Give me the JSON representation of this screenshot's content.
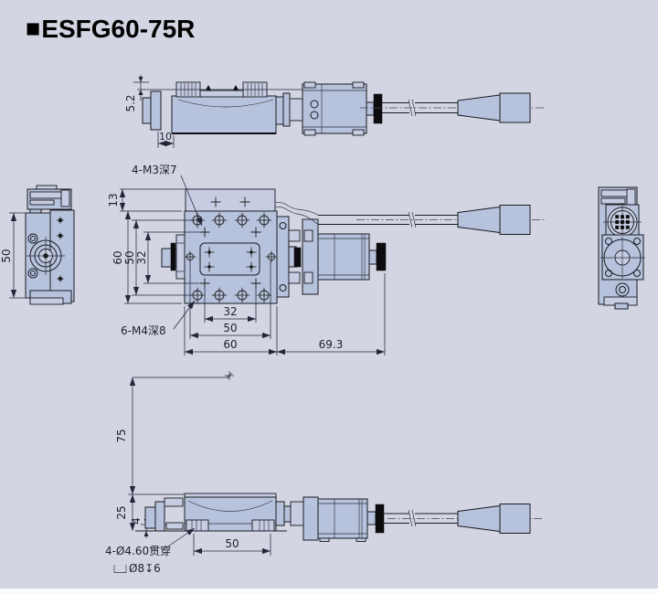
{
  "title": {
    "marker": "■",
    "text": "ESFG60-75R"
  },
  "colors": {
    "background": "#d3d5e2",
    "part_fill": "#b7c2dc",
    "part_fill_light": "#c6cce1",
    "outline": "#1a1c22",
    "dimension": "#1c2130",
    "knob_black": "#0c0c0e",
    "page_edge": "#fafafb"
  },
  "views": {
    "side_top": {
      "label": "side-elevation-top",
      "dim_travel": "5.2",
      "dim_offset": "10"
    },
    "left_end": {
      "label": "left-end-view",
      "dim_height": "50"
    },
    "plan": {
      "label": "plan-view",
      "leader_top": "4-M3深7",
      "leader_bottom": "6-M4深8",
      "dim_top_plate": "13",
      "dim_height": "60",
      "dim_rows": "50",
      "dim_rows_inner": "32",
      "dim_cols_inner": "32",
      "dim_cols": "50",
      "dim_width": "60",
      "dim_motor": "69.3"
    },
    "right_end": {
      "label": "right-end-view-motor"
    },
    "side_bottom": {
      "label": "side-elevation-bottom",
      "dim_overall": "75",
      "dim_body": "25",
      "dim_base": "4",
      "dim_holes": "50",
      "leader_holes": "4-Ø4.60贯穿",
      "leader_cbore": "Ø8↧6",
      "cbore_icon": "counterbore-icon"
    }
  }
}
